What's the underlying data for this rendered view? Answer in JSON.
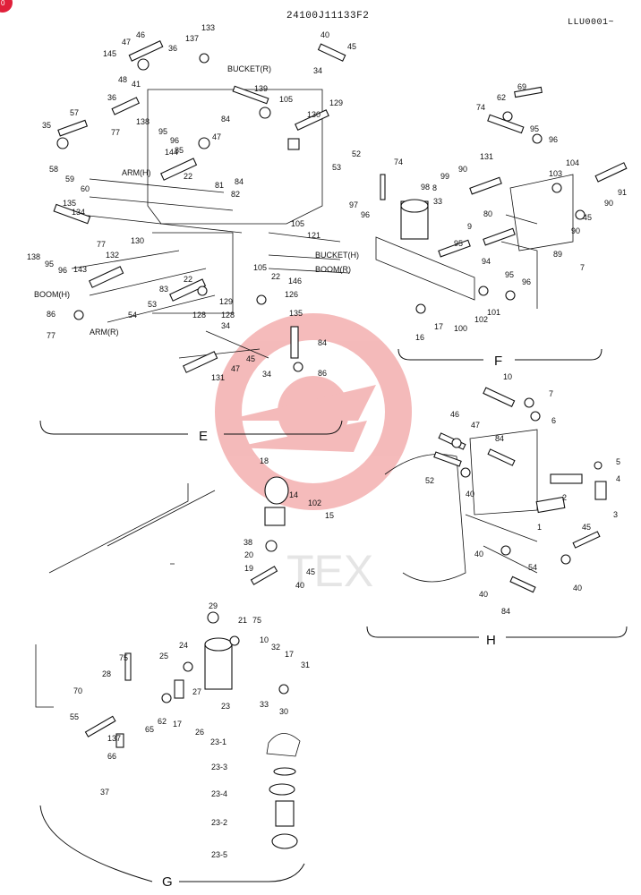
{
  "header": {
    "drawing_code": "24100J11133F2",
    "ref_code": "LLU0001~",
    "corner_badge": "0"
  },
  "watermark": {
    "text": "TEX",
    "color": "#e23b3b"
  },
  "sections": [
    "E",
    "F",
    "G",
    "H"
  ],
  "circuit_labels": [
    "BUCKET(R)",
    "BUCKET(H)",
    "BOOM(R)",
    "BOOM(H)",
    "ARM(H)",
    "ARM(R)"
  ],
  "callouts_e": [
    "145",
    "47",
    "46",
    "137",
    "133",
    "36",
    "40",
    "45",
    "34",
    "48",
    "41",
    "139",
    "105",
    "36",
    "138",
    "77",
    "57",
    "35",
    "58",
    "59",
    "60",
    "144",
    "95",
    "96",
    "85",
    "47",
    "84",
    "22",
    "81",
    "82",
    "84",
    "130",
    "129",
    "53",
    "52",
    "135",
    "134",
    "138",
    "95",
    "96",
    "77",
    "130",
    "132",
    "143",
    "22",
    "105",
    "121",
    "146",
    "105",
    "22",
    "129",
    "128",
    "128",
    "83",
    "53",
    "54",
    "126",
    "135",
    "86",
    "77",
    "34",
    "84",
    "131",
    "47",
    "45",
    "34",
    "86"
  ],
  "callouts_f": [
    "69",
    "62",
    "74",
    "95",
    "96",
    "74",
    "104",
    "103",
    "131",
    "90",
    "99",
    "98",
    "8",
    "33",
    "97",
    "96",
    "91",
    "90",
    "45",
    "90",
    "80",
    "9",
    "95",
    "94",
    "89",
    "7",
    "95",
    "96",
    "101",
    "102",
    "100",
    "17",
    "16"
  ],
  "callouts_g": [
    "18",
    "14",
    "102",
    "15",
    "38",
    "20",
    "45",
    "19",
    "40",
    "29",
    "21",
    "75",
    "10",
    "24",
    "32",
    "17",
    "75",
    "25",
    "31",
    "28",
    "70",
    "27",
    "33",
    "30",
    "62",
    "17",
    "26",
    "55",
    "65",
    "137",
    "23",
    "23-1",
    "66",
    "23-3",
    "23-4",
    "37",
    "23-2",
    "23-5"
  ],
  "callouts_h": [
    "10",
    "7",
    "46",
    "47",
    "6",
    "84",
    "5",
    "52",
    "4",
    "2",
    "40",
    "3",
    "1",
    "45",
    "40",
    "54",
    "40",
    "40",
    "84"
  ]
}
